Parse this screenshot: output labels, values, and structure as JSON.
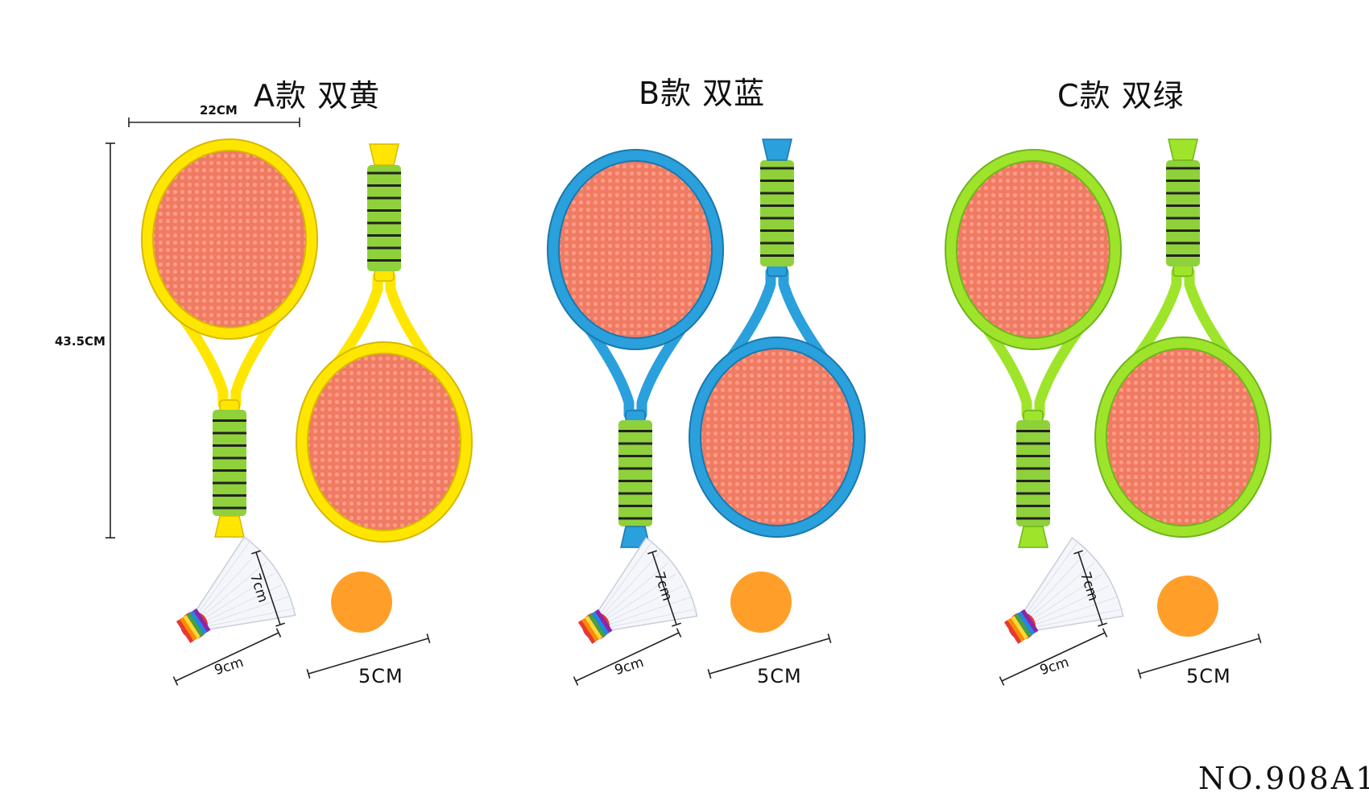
{
  "variants": [
    {
      "label": "A款 双黄",
      "frame_color": "#ffe600",
      "frame_dark": "#d7b800"
    },
    {
      "label": "B款 双蓝",
      "frame_color": "#2aa0dc",
      "frame_dark": "#1a78ad"
    },
    {
      "label": "C款 双绿",
      "frame_color": "#9ee42a",
      "frame_dark": "#6fb51c"
    }
  ],
  "colors": {
    "string_bed": "#f07a62",
    "string_mesh": "#ffb3a0",
    "grip": "#8fd13a",
    "grip_ring": "#222222",
    "ball": "#ff9f2a",
    "shuttle_feather": "#f4f6fb"
  },
  "dimensions": {
    "racket_width": "22CM",
    "racket_height": "43.5CM",
    "shuttle_height": "7cm",
    "shuttle_length": "9cm",
    "ball_diameter": "5CM"
  },
  "model_number": "NO.908A1",
  "icons": [
    "racket-icon",
    "shuttlecock-icon",
    "ball-icon"
  ]
}
